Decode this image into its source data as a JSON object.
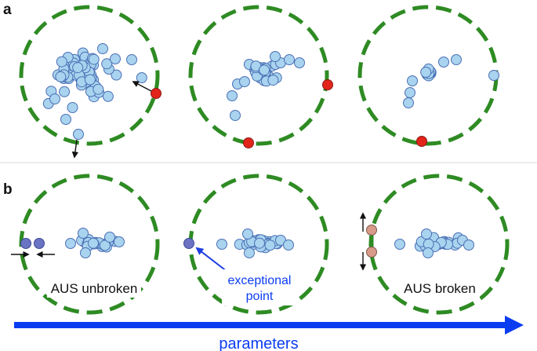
{
  "panels": {
    "a_label": "a",
    "b_label": "b"
  },
  "captions": {
    "unbroken": "AUS unbroken",
    "exceptional": "exceptional\npoint",
    "broken": "AUS broken"
  },
  "axis": {
    "label": "parameters"
  },
  "colors": {
    "ring": "#2e8b23",
    "point_fill": "#a9d3ee",
    "point_stroke": "#4a6fb5",
    "dark_point_fill": "#6b74c2",
    "dark_point_stroke": "#3d4a9a",
    "red_point": "#e3241b",
    "red_point_stroke": "#8a1a14",
    "pink_point": "#d99a8a",
    "pink_point_stroke": "#7a5a4a",
    "arrow_blue": "#0a3cf2",
    "label_blue": "#0a3cf2",
    "divider": "#d9d9d9"
  }
}
